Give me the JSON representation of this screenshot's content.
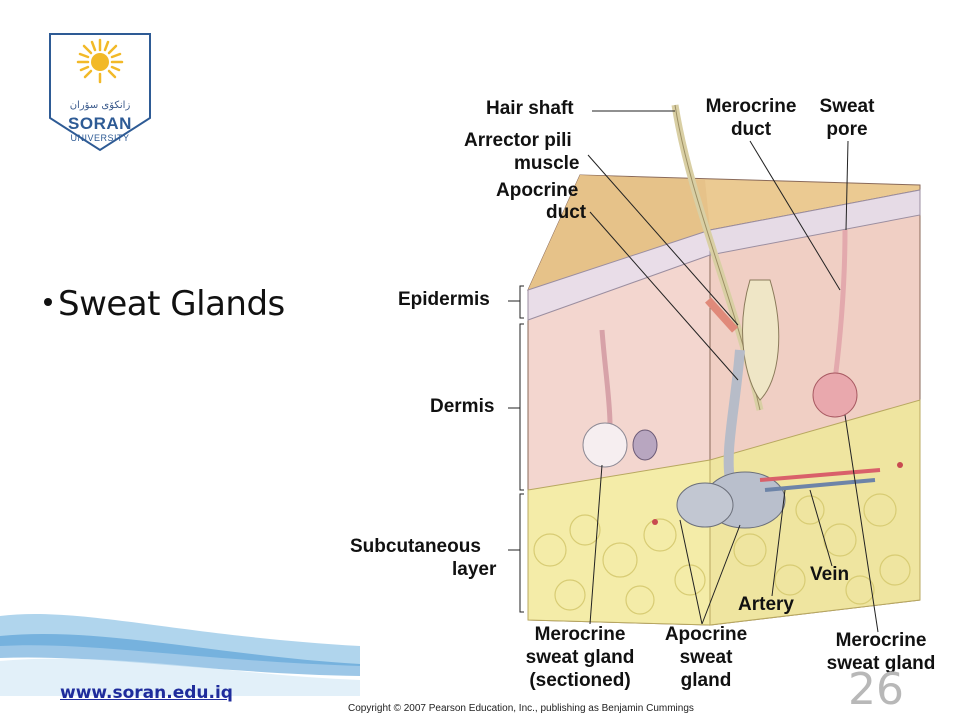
{
  "logo": {
    "arabic_text": "زانكۆی سۆران",
    "name": "SORAN",
    "subtitle": "UNIVERSITY"
  },
  "bullets": [
    {
      "text": "Sweat Glands"
    }
  ],
  "figure": {
    "labels": {
      "hair_shaft": "Hair shaft",
      "arrector_pili_1": "Arrector pili",
      "arrector_pili_2": "muscle",
      "apocrine_duct_1": "Apocrine",
      "apocrine_duct_2": "duct",
      "merocrine_duct_1": "Merocrine",
      "merocrine_duct_2": "duct",
      "sweat_pore_1": "Sweat",
      "sweat_pore_2": "pore",
      "epidermis": "Epidermis",
      "dermis": "Dermis",
      "subcutaneous_1": "Subcutaneous",
      "subcutaneous_2": "layer",
      "vein": "Vein",
      "artery": "Artery",
      "merocrine_sectioned_1": "Merocrine",
      "merocrine_sectioned_2": "sweat gland",
      "merocrine_sectioned_3": "(sectioned)",
      "apocrine_gland_1": "Apocrine",
      "apocrine_gland_2": "sweat",
      "apocrine_gland_3": "gland",
      "merocrine_gland_1": "Merocrine",
      "merocrine_gland_2": "sweat gland"
    },
    "copyright": "Copyright © 2007 Pearson Education, Inc., publishing as Benjamin Cummings"
  },
  "footer": {
    "website": "www.soran.edu.iq",
    "page_number": "26"
  },
  "colors": {
    "brand_blue": "#2e5b95",
    "link_blue": "#1f2c9c",
    "skin_top": "#e9c98f",
    "dermis": "#f3d3cb",
    "fat": "#f3ecac"
  }
}
